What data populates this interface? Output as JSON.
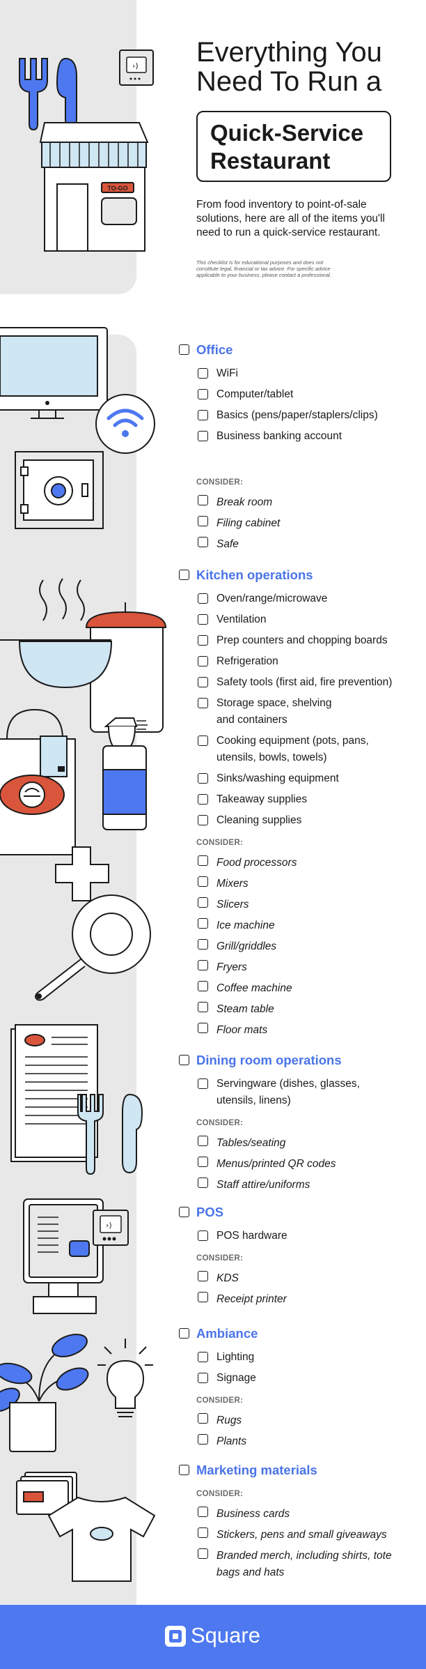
{
  "header": {
    "title_lines": [
      "Everything You",
      "Need To Run a"
    ],
    "boxed_title_lines": [
      "Quick-Service",
      "Restaurant"
    ],
    "intro_lines": [
      "From food inventory to point-of-sale",
      "solutions, here are all of the items you'll",
      "need to run a quick-service restaurant."
    ],
    "disclaimer_lines": [
      "This checklist is for educational purposes and does not",
      "constitute legal, financial or tax advice. For specific advice",
      "applicable to your business, please contact a professional."
    ],
    "storefront_sign": "TO-GO"
  },
  "sections": [
    {
      "title": "Office",
      "items": [
        [
          "WiFi"
        ],
        [
          "Computer/tablet"
        ],
        [
          "Basics (pens/paper/staplers/clips)"
        ],
        [
          "Business banking account"
        ]
      ],
      "consider_label": "CONSIDER:",
      "consider": [
        [
          "Break room"
        ],
        [
          "Filing cabinet"
        ],
        [
          "Safe"
        ]
      ]
    },
    {
      "title": "Kitchen operations",
      "items": [
        [
          "Oven/range/microwave"
        ],
        [
          "Ventilation"
        ],
        [
          "Prep counters and chopping boards"
        ],
        [
          "Refrigeration"
        ],
        [
          "Safety tools (first aid, fire prevention)"
        ],
        [
          "Storage space, shelving",
          "and containers"
        ],
        [
          "Cooking equipment (pots, pans,",
          "utensils, bowls, towels)"
        ],
        [
          "Sinks/washing equipment"
        ],
        [
          "Takeaway supplies"
        ],
        [
          "Cleaning supplies"
        ]
      ],
      "consider_label": "CONSIDER:",
      "consider": [
        [
          "Food processors"
        ],
        [
          "Mixers"
        ],
        [
          "Slicers"
        ],
        [
          "Ice machine"
        ],
        [
          "Grill/griddles"
        ],
        [
          "Fryers"
        ],
        [
          "Coffee machine"
        ],
        [
          "Steam table"
        ],
        [
          "Floor mats"
        ]
      ]
    },
    {
      "title": "Dining room operations",
      "items": [
        [
          "Servingware (dishes, glasses,",
          "utensils, linens)"
        ]
      ],
      "consider_label": "CONSIDER:",
      "consider": [
        [
          "Tables/seating"
        ],
        [
          "Menus/printed QR codes"
        ],
        [
          "Staff attire/uniforms"
        ]
      ]
    },
    {
      "title": "POS",
      "items": [
        [
          "POS hardware"
        ]
      ],
      "consider_label": "CONSIDER:",
      "consider": [
        [
          "KDS"
        ],
        [
          "Receipt printer"
        ]
      ]
    },
    {
      "title": "Ambiance",
      "items": [
        [
          "Lighting"
        ],
        [
          "Signage"
        ]
      ],
      "consider_label": "CONSIDER:",
      "consider": [
        [
          "Rugs"
        ],
        [
          "Plants"
        ]
      ]
    },
    {
      "title": "Marketing materials",
      "items": [],
      "consider_label": "CONSIDER:",
      "consider": [
        [
          "Business cards"
        ],
        [
          "Stickers, pens and small giveaways"
        ],
        [
          "Branded merch, including shirts, tote",
          "bags and hats"
        ]
      ]
    }
  ],
  "footer": {
    "brand": "Square"
  },
  "colors": {
    "accent_blue": "#4a74e8",
    "footer_blue": "#4d78f0",
    "sidebar_grey": "#e8e8e8",
    "light_blue": "#cfe6f3",
    "red": "#d9553b"
  }
}
